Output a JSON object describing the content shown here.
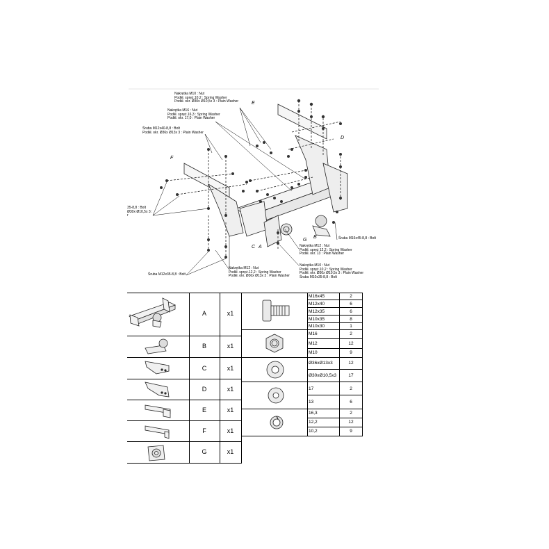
{
  "diagram": {
    "labels": {
      "nut_m10": "Nakrętka M10 : Nut\nPodkł. spręż.10,2 : Spring Washer\nPodkł. okr. Ø30x Ø10,5x 3 : Plain Washer",
      "nut_m16": "Nakrętka M16 : Nut\nPodkł. spręż.16,3 : Spring Washer\nPodkł. okr. 17,0 : Plain Washer",
      "bolt_m12x40": "Śruba M12x40-8,8 : Bolt\nPodkł. okr. Ø36x Ø13x 3 : Plain Washer",
      "bolt_left_partial": "35-8,8 : Bolt\nØ30x Ø10,5x 3 :\nr",
      "bolt_m12x35": "Śruba M12x35-8,8 : Bolt",
      "nut_m12_center": "Nakrętka M12 : Nut\nPodkł. spręż.12,2 : Spring Washer\nPodkł. okr. Ø36x Ø13x 3 : Plain Washer",
      "nut_m12_right": "Nakrętka M12 : Nut\nPodkł. spręż 12,2 : Spring Washer\nPodkł. okr. 13 : Plain Washer",
      "nut_m10_right": "Nakrętka M10 : Nut\nPodkł. spręż.10,2 : Spring Washer\nPodkł. okr. Ø30x Ø10,5x 3 : Plain Washer\nŚruba M10x35-8,8 : Bolt",
      "bolt_m16x45": "Śruba M16x45-8,8 : Bolt"
    },
    "letters": {
      "e": "E",
      "d": "D",
      "f": "F",
      "c": "C",
      "a": "A",
      "b": "B",
      "g": "G"
    }
  },
  "parts": [
    {
      "letter": "A",
      "qty": "x1",
      "icon": "towbar-crossbar-icon"
    },
    {
      "letter": "B",
      "qty": "x1",
      "icon": "towball-icon"
    },
    {
      "letter": "C",
      "qty": "x1",
      "icon": "bracket-c-icon"
    },
    {
      "letter": "D",
      "qty": "x1",
      "icon": "bracket-d-icon"
    },
    {
      "letter": "E",
      "qty": "x1",
      "icon": "plate-e-icon"
    },
    {
      "letter": "F",
      "qty": "x1",
      "icon": "plate-f-icon"
    },
    {
      "letter": "G",
      "qty": "x1",
      "icon": "socket-plate-icon"
    }
  ],
  "fasteners": [
    {
      "icon": "bolt-icon",
      "rows": [
        {
          "size": "M16x45",
          "qty": "2"
        },
        {
          "size": "M12x40",
          "qty": "6"
        },
        {
          "size": "M12x35",
          "qty": "6"
        },
        {
          "size": "M10x35",
          "qty": "8"
        },
        {
          "size": "M10x30",
          "qty": "1"
        }
      ]
    },
    {
      "icon": "nut-icon",
      "rows": [
        {
          "size": "M16",
          "qty": "2"
        },
        {
          "size": "M12",
          "qty": "12"
        },
        {
          "size": "M10",
          "qty": "9"
        }
      ]
    },
    {
      "icon": "plain-washer-icon",
      "rows": [
        {
          "size": "Ø36xØ13x3",
          "qty": "12"
        },
        {
          "size": "Ø30xØ10,5x3",
          "qty": "17"
        }
      ]
    },
    {
      "icon": "flat-washer-icon",
      "rows": [
        {
          "size": "17",
          "qty": "2"
        },
        {
          "size": "13",
          "qty": "6"
        }
      ]
    },
    {
      "icon": "spring-washer-icon",
      "rows": [
        {
          "size": "16,3",
          "qty": "2"
        },
        {
          "size": "12,2",
          "qty": "12"
        },
        {
          "size": "10,2",
          "qty": "9"
        }
      ]
    }
  ]
}
